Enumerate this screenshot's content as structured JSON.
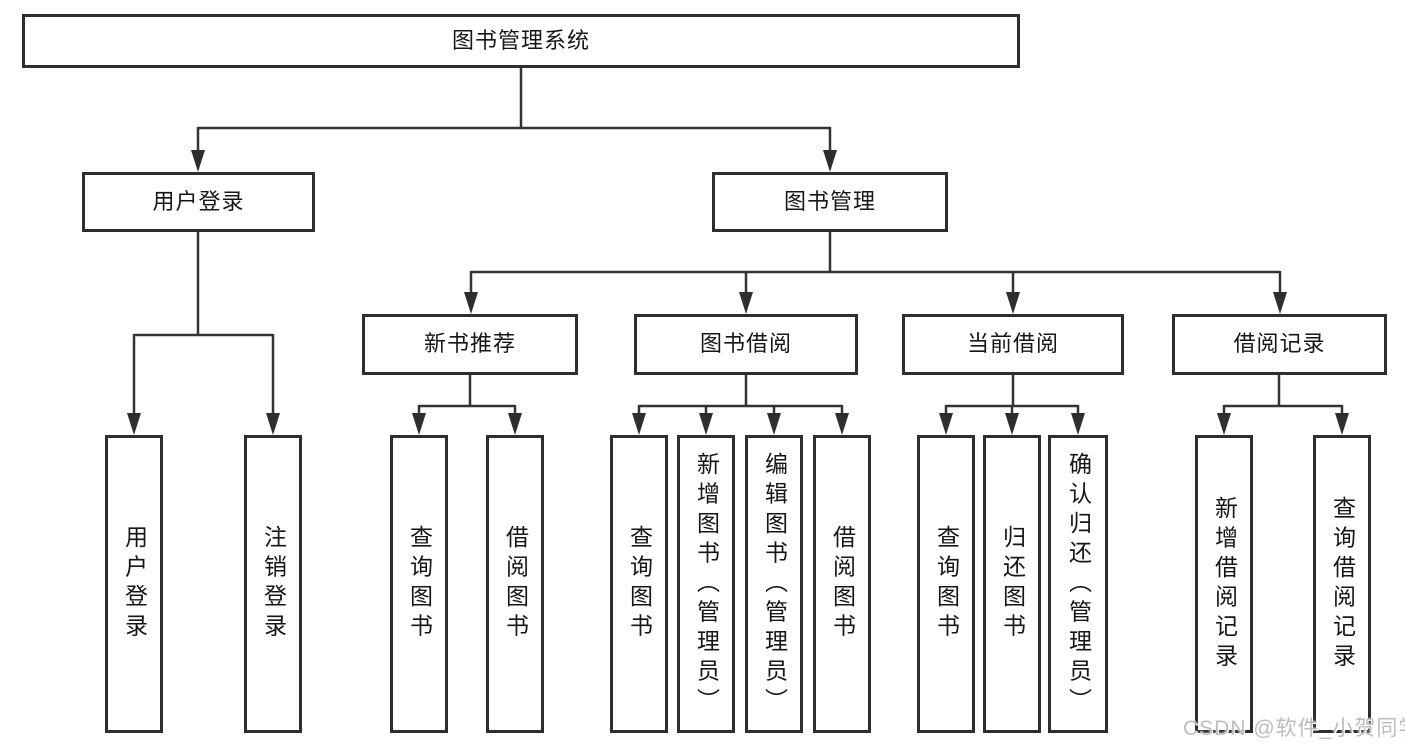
{
  "diagram": {
    "title": "图书管理系统",
    "root": {
      "label": "图书管理系统"
    },
    "level2": [
      {
        "label": "用户登录"
      },
      {
        "label": "图书管理"
      }
    ],
    "level3": [
      {
        "label": "新书推荐"
      },
      {
        "label": "图书借阅"
      },
      {
        "label": "当前借阅"
      },
      {
        "label": "借阅记录"
      }
    ],
    "leaves": {
      "login": [
        {
          "label": "用户登录"
        },
        {
          "label": "注销登录"
        }
      ],
      "recommend": [
        {
          "label": "查询图书"
        },
        {
          "label": "借阅图书"
        }
      ],
      "borrow": [
        {
          "label": "查询图书"
        },
        {
          "label": "新增图书（管理员）"
        },
        {
          "label": "编辑图书（管理员）"
        },
        {
          "label": "借阅图书"
        }
      ],
      "current": [
        {
          "label": "查询图书"
        },
        {
          "label": "归还图书"
        },
        {
          "label": "确认归还（管理员）"
        }
      ],
      "records": [
        {
          "label": "新增借阅记录"
        },
        {
          "label": "查询借阅记录"
        }
      ]
    },
    "colors": {
      "line": "#333333",
      "box_border": "#2e2e2e",
      "text": "#161616",
      "watermark": "#bdbdbd"
    }
  },
  "watermark": {
    "text": "CSDN @软件_小贺同学"
  }
}
